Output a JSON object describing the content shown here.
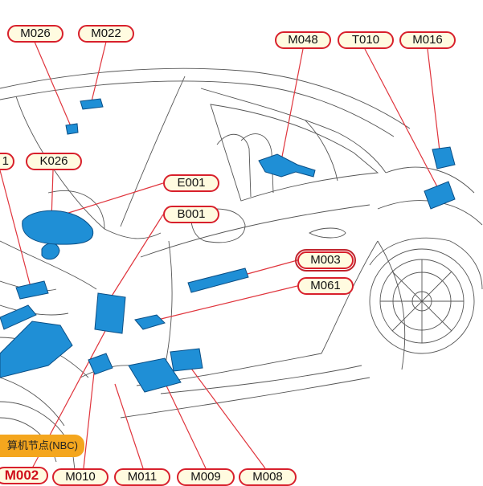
{
  "callouts": {
    "m026": "M026",
    "m022": "M022",
    "m048": "M048",
    "t010": "T010",
    "m016": "M016",
    "partial_left": "1",
    "k026": "K026",
    "e001": "E001",
    "b001": "B001",
    "m003": "M003",
    "m061": "M061",
    "m002": "M002",
    "m010": "M010",
    "m011": "M011",
    "m009": "M009",
    "m008": "M008"
  },
  "tooltip": "算机节点(NBC)",
  "colors": {
    "module_fill": "#1f8fd6",
    "module_stroke": "#0b4f86",
    "leader": "#e0353d",
    "callout_border": "#d8202c",
    "callout_fill": "#fffbe0",
    "tooltip_fill": "#f4a61e"
  }
}
